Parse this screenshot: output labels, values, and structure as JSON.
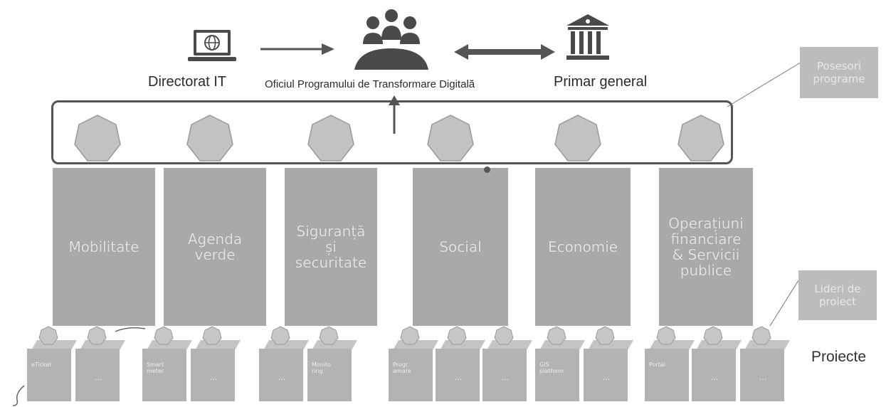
{
  "header": {
    "it_label": "Directorat IT",
    "office_label": "Oficiul Programului de Transformare Digitală",
    "mayor_label": "Primar general"
  },
  "icons": {
    "it": "laptop-globe-icon",
    "office": "team-meeting-icon",
    "mayor": "government-building-icon"
  },
  "pillars": [
    {
      "label": "Mobilitate"
    },
    {
      "label": "Agenda\nverde"
    },
    {
      "label": "Siguranță\nși\nsecuritate"
    },
    {
      "label": "Social"
    },
    {
      "label": "Economie"
    },
    {
      "label": "Operațiuni\nfinanciare\n& Servicii\npublice"
    }
  ],
  "projects": [
    {
      "label": "eTicket"
    },
    {
      "label": "..."
    },
    {
      "label": "Smart\nmeter"
    },
    {
      "label": "..."
    },
    {
      "label": "..."
    },
    {
      "label": "Monito\nring"
    },
    {
      "label": "Progr\namare"
    },
    {
      "label": "..."
    },
    {
      "label": "..."
    },
    {
      "label": "GIS\nplatform"
    },
    {
      "label": "..."
    },
    {
      "label": "Portal"
    },
    {
      "label": "..."
    },
    {
      "label": "..."
    }
  ],
  "side_boxes": {
    "top": "Posesori\nprograme",
    "bottom": "Lideri de\nproiect"
  },
  "projects_label": "Proiecte",
  "colors": {
    "pillar": "#a9a9a9",
    "frame": "#555555",
    "arrow": "#555555"
  }
}
